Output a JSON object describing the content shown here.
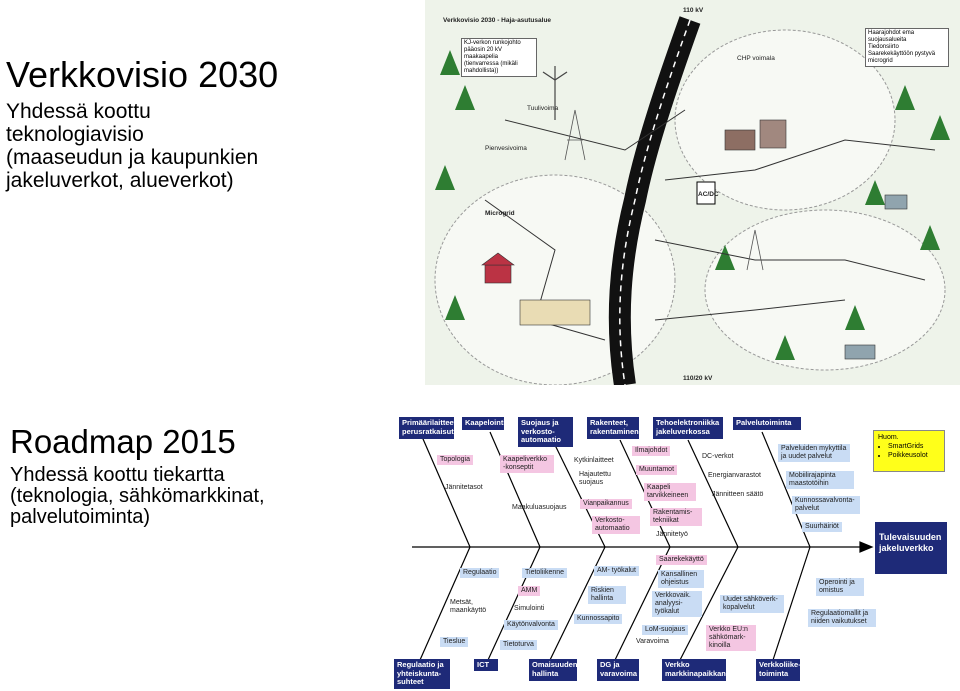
{
  "vision_section": {
    "title": "Verkkovisio 2030",
    "subtitle_line1": "Yhdessä koottu",
    "subtitle_line2": "teknologiavisio",
    "subtitle_line3": "(maaseudun ja kaupunkien",
    "subtitle_line4": "jakeluverkot, alueverkot)"
  },
  "roadmap_section": {
    "title": "Roadmap 2015",
    "subtitle_line1": "Yhdessä koottu tiekartta",
    "subtitle_line2": "(teknologia, sähkömarkkinat,",
    "subtitle_line3": "palvelutoiminta)"
  },
  "vision_map": {
    "title": "Verkkovisio 2030 - Haja-asutusalue",
    "top_label": "110 kV",
    "bottom_label": "110/20 kV",
    "left_label_1": "Tuulivoima",
    "left_label_2": "Pienvesivoima",
    "microgrid": "Microgrid",
    "ac_dc": "AC/DC",
    "chp": "CHP voimala",
    "legend": [
      "Haarajohdot ema suojausalueita",
      "Tiedonsiirto",
      "Saarekekäyttöön pystyvä microgrid"
    ],
    "kj_box": "KJ-verkon runkojohto pääosin 20 kV maakaapelia (tienvarressa (mikäli mahdollista))"
  },
  "fishbone": {
    "top_headers": [
      "Primäärilaitteet, perusratkaisut",
      "Kaapelointi",
      "Suojaus ja verkosto-automaatio",
      "Rakenteet, rakentaminen",
      "Tehoelektroniikka jakeluverkossa",
      "Palvelutoiminta"
    ],
    "bottom_headers": [
      "Regulaatio ja yhteiskunta-suhteet",
      "ICT",
      "Omaisuuden hallinta",
      "DG ja varavoima",
      "Verkko markkinapaikkana",
      "Verkkoliike-toiminta"
    ],
    "head": "Tulevaisuuden jakeluverkko",
    "note": {
      "title": "Huom.",
      "items": [
        "SmartGrids",
        "Poikkeusolot"
      ]
    },
    "top_items": [
      {
        "text": "Topologia",
        "style": "pink"
      },
      {
        "text": "Jännitetasot",
        "style": "plain"
      },
      {
        "text": "Kaapeliverkko -konseptit",
        "style": "pink"
      },
      {
        "text": "Maakuluasuojaus",
        "style": "plain"
      },
      {
        "text": "Kytkinlaitteet",
        "style": "plain"
      },
      {
        "text": "Hajautettu suojaus",
        "style": "plain"
      },
      {
        "text": "Vianpaikannus",
        "style": "pink"
      },
      {
        "text": "Verkosto-automaatio",
        "style": "pink"
      },
      {
        "text": "Ilmajohdot",
        "style": "pink"
      },
      {
        "text": "Muuntamot",
        "style": "pink"
      },
      {
        "text": "Kaapeli tarvikkeineen",
        "style": "pink"
      },
      {
        "text": "Rakentamis-tekniikat",
        "style": "pink"
      },
      {
        "text": "Jännitetyö",
        "style": "plain"
      },
      {
        "text": "DC-verkot",
        "style": "plain"
      },
      {
        "text": "Energianvarastot",
        "style": "plain"
      },
      {
        "text": "Jännitteen säätö",
        "style": "plain"
      },
      {
        "text": "Palveluiden mykyttila ja uudet palvelut",
        "style": "blue"
      },
      {
        "text": "Mobiilirajapinta maastotöihin",
        "style": "blue"
      },
      {
        "text": "Kunnossavalvonta-palvelut",
        "style": "blue"
      },
      {
        "text": "Suurhäiriöt",
        "style": "blue"
      }
    ],
    "bottom_items": [
      {
        "text": "Saarekekäyttö",
        "style": "pink"
      },
      {
        "text": "Regulaatio",
        "style": "blue"
      },
      {
        "text": "Metsät, maankäyttö",
        "style": "plain"
      },
      {
        "text": "Tieslue",
        "style": "blue"
      },
      {
        "text": "Tietoliikenne",
        "style": "blue"
      },
      {
        "text": "AMM",
        "style": "pink"
      },
      {
        "text": "Simulointi",
        "style": "plain"
      },
      {
        "text": "Käytönvalvonta",
        "style": "blue"
      },
      {
        "text": "Tietoturva",
        "style": "blue"
      },
      {
        "text": "AM- työkalut",
        "style": "blue"
      },
      {
        "text": "Riskien hallinta",
        "style": "blue"
      },
      {
        "text": "Kunnossapito",
        "style": "blue"
      },
      {
        "text": "Kansallinen ohjeistus",
        "style": "blue"
      },
      {
        "text": "Verkkovaik. analyysi-työkalut",
        "style": "blue"
      },
      {
        "text": "LoM-suojaus",
        "style": "blue"
      },
      {
        "text": "Varavoima",
        "style": "plain"
      },
      {
        "text": "Uudet sähköverk-kopalvelut",
        "style": "blue"
      },
      {
        "text": "Verkko EU:n sähkömark-kinoilla",
        "style": "pink"
      },
      {
        "text": "Operointi ja omistus",
        "style": "blue"
      },
      {
        "text": "Regulaatiomallit ja niiden vaikutukset",
        "style": "blue"
      }
    ]
  }
}
